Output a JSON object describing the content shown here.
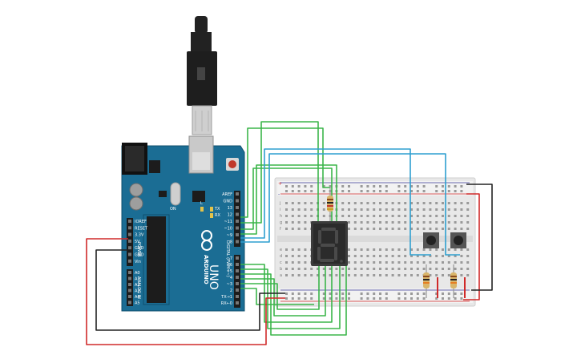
{
  "arduino": {
    "brand": "ARDUINO",
    "model": "UNO",
    "digital_header": "DIGITAL (PWM=~)",
    "power_header": "POWER",
    "analog_header": "ANALOG IN",
    "top_pins": [
      "AREF",
      "GND",
      "13",
      "12",
      "~11",
      "~10",
      "~9",
      "8"
    ],
    "mid_pins": [
      "7",
      "~6",
      "~5",
      "4",
      "~3",
      "2",
      "TX→1",
      "RX←0"
    ],
    "power_pins": [
      "IOREF",
      "RESET",
      "3.3V",
      "5V",
      "GND",
      "GND",
      "Vin"
    ],
    "analog_pins": [
      "A0",
      "A1",
      "A2",
      "A3",
      "A4",
      "A5"
    ],
    "leds": [
      "L",
      "TX",
      "RX"
    ],
    "on_label": "ON"
  },
  "display": {
    "digit": "8"
  },
  "breadboard": {
    "rail_plus": "+",
    "rail_minus": "-",
    "rows_top": [
      "j",
      "i",
      "h",
      "g",
      "f"
    ],
    "rows_bottom": [
      "e",
      "d",
      "c",
      "b",
      "a"
    ]
  },
  "colors": {
    "board": "#1b6d94",
    "usb": "#222222",
    "wire_green": "#3bb54a",
    "wire_blue": "#2e9fd0",
    "wire_red": "#d02a2a",
    "wire_black": "#222222",
    "breadboard": "#ececec",
    "segment": "#4a4a4a"
  }
}
